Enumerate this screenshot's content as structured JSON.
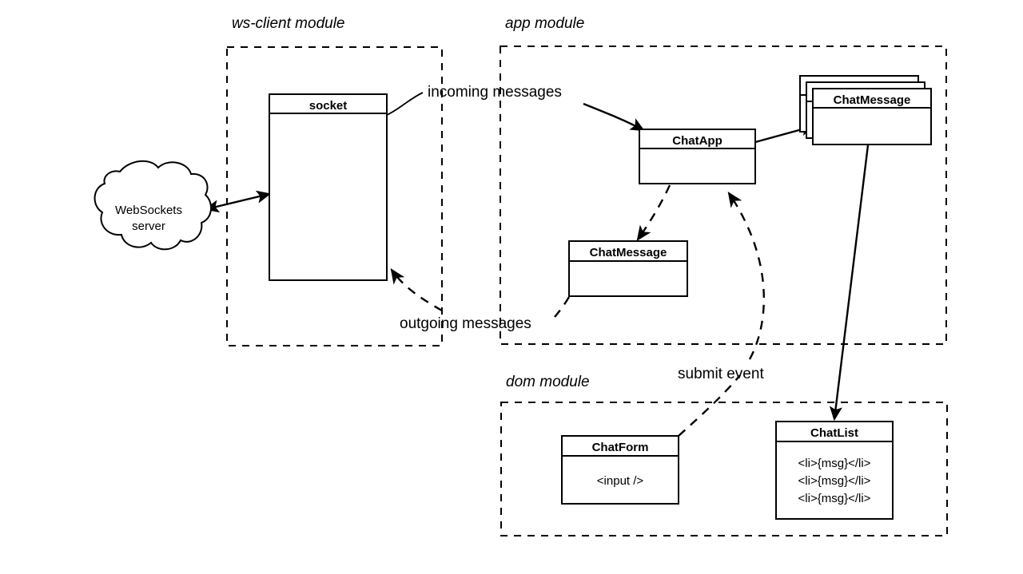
{
  "diagram": {
    "title": "WebSocket chat application module architecture",
    "background_color": "#ffffff",
    "line_color": "#000000",
    "modules": [
      {
        "id": "ws-client",
        "label": "ws-client module"
      },
      {
        "id": "app",
        "label": "app module"
      },
      {
        "id": "dom",
        "label": "dom module"
      }
    ],
    "nodes": {
      "cloud": {
        "line1": "WebSockets",
        "line2": "server"
      },
      "socket": {
        "title": "socket",
        "body": ""
      },
      "chat_app": {
        "title": "ChatApp",
        "body": ""
      },
      "chat_message_stack": {
        "title": "ChatMessage",
        "body": ""
      },
      "chat_message_outgoing": {
        "title": "ChatMessage",
        "body": ""
      },
      "chat_form": {
        "title": "ChatForm",
        "body": "<input />"
      },
      "chat_list": {
        "title": "ChatList",
        "items": [
          "<li>{msg}</li>",
          "<li>{msg}</li>",
          "<li>{msg}</li>"
        ]
      }
    },
    "edge_labels": {
      "incoming": "incoming messages",
      "outgoing": "outgoing messages",
      "submit": "submit event"
    }
  }
}
